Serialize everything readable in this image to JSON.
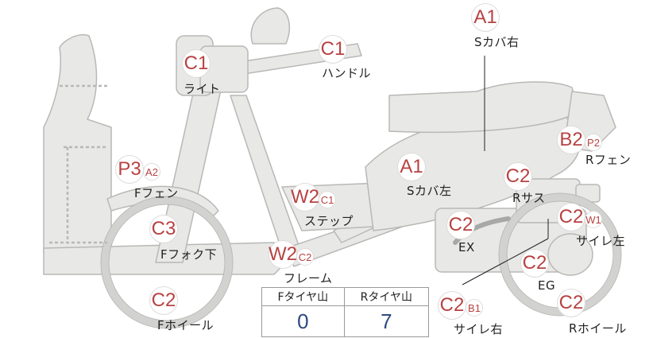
{
  "parts": [
    {
      "id": "s-cover-right",
      "codes": [
        "A1"
      ],
      "label": "Sカバ右"
    },
    {
      "id": "handle",
      "codes": [
        "C1"
      ],
      "label": "ハンドル"
    },
    {
      "id": "light",
      "codes": [
        "C1"
      ],
      "label": "ライト"
    },
    {
      "id": "r-fender",
      "codes": [
        "B2",
        "P2"
      ],
      "label": "Rフェン"
    },
    {
      "id": "f-fender",
      "codes": [
        "P3",
        "A2"
      ],
      "label": "Fフェン"
    },
    {
      "id": "s-cover-left",
      "codes": [
        "A1"
      ],
      "label": "Sカバ左"
    },
    {
      "id": "r-suspension",
      "codes": [
        "C2"
      ],
      "label": "Rサス"
    },
    {
      "id": "step",
      "codes": [
        "W2",
        "C1"
      ],
      "label": "ステップ"
    },
    {
      "id": "silencer-left",
      "codes": [
        "C2",
        "W1"
      ],
      "label": "サイレ左"
    },
    {
      "id": "exhaust",
      "codes": [
        "C2"
      ],
      "label": "EX"
    },
    {
      "id": "f-fork-lower",
      "codes": [
        "C3"
      ],
      "label": "Fフォク下"
    },
    {
      "id": "frame",
      "codes": [
        "W2",
        "C2"
      ],
      "label": "フレーム"
    },
    {
      "id": "engine",
      "codes": [
        "C2"
      ],
      "label": "EG"
    },
    {
      "id": "f-wheel",
      "codes": [
        "C2"
      ],
      "label": "Fホイール"
    },
    {
      "id": "silencer-right",
      "codes": [
        "C2",
        "B1"
      ],
      "label": "サイレ右"
    },
    {
      "id": "r-wheel",
      "codes": [
        "C2"
      ],
      "label": "Rホイール"
    }
  ],
  "tire_table": {
    "headers": [
      "Fタイヤ山",
      "Rタイヤ山"
    ],
    "values": [
      "0",
      "7"
    ]
  },
  "colors": {
    "code_text": "#b84242",
    "part_fill": "#e8e8e6",
    "part_stroke": "#b8b8b6",
    "tire_value": "#2d4a80"
  }
}
